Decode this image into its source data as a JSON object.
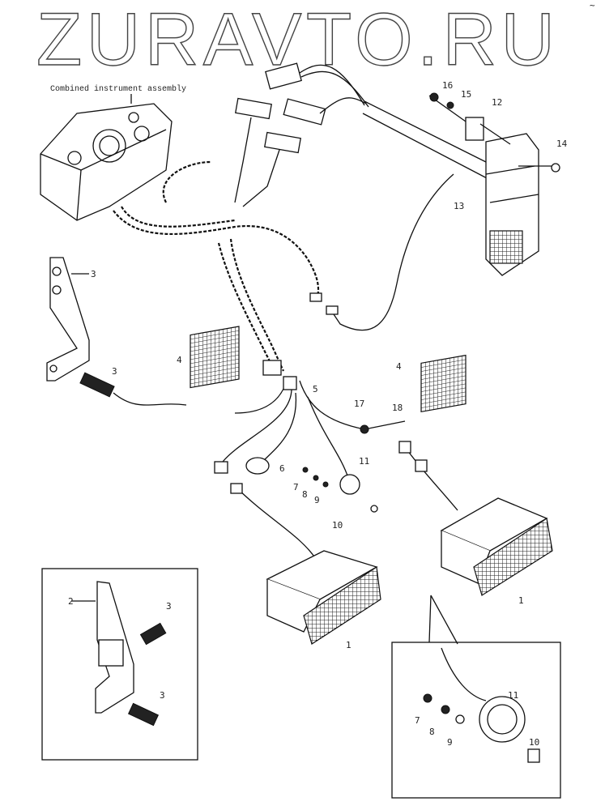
{
  "watermark": "ZURAVTO.RU",
  "caption": "Combined instrument assembly",
  "corner_mark": "~",
  "callouts": {
    "c1a": "1",
    "c1b": "1",
    "c2": "3",
    "c2inset": "2",
    "c3a": "3",
    "c3b": "3",
    "c3c": "3",
    "c4a": "4",
    "c4b": "4",
    "c5": "5",
    "c6": "6",
    "c7": "7",
    "c8": "8",
    "c9": "9",
    "c10": "10",
    "c11": "11",
    "c7i": "7",
    "c8i": "8",
    "c9i": "9",
    "c10i": "10",
    "c11i": "11",
    "c12": "12",
    "c13": "13",
    "c14": "14",
    "c15": "15",
    "c16": "16",
    "c17": "17",
    "c18": "18"
  }
}
